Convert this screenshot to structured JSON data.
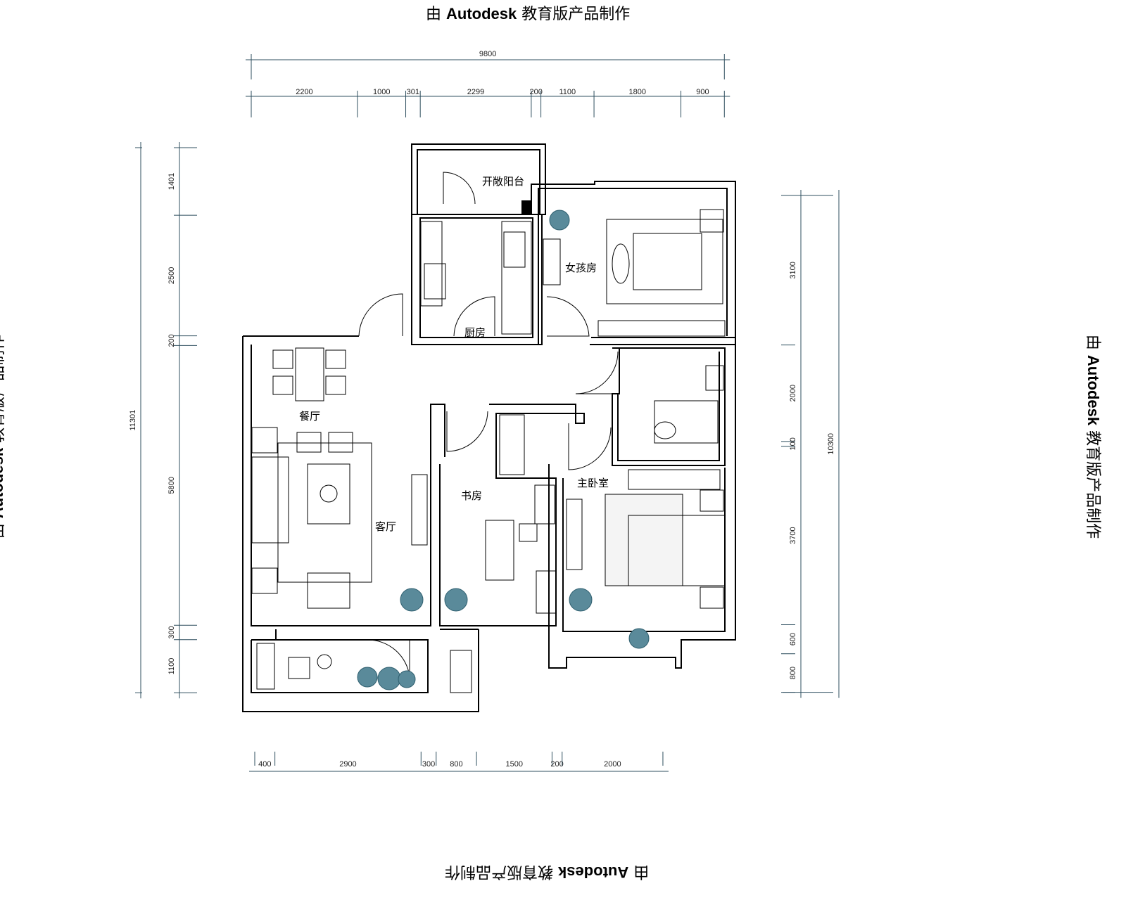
{
  "watermark": {
    "prefix": "由",
    "brand": "Autodesk",
    "suffix": "教育版产品制作"
  },
  "rooms": {
    "open_balcony": "开敞阳台",
    "girl_room": "女孩房",
    "kitchen": "厨房",
    "dining": "餐厅",
    "living": "客厅",
    "study": "书房",
    "master_bedroom": "主卧室"
  },
  "dimensions": {
    "top_total": [
      "9800"
    ],
    "top": [
      "2200",
      "1000",
      "301",
      "2299",
      "200",
      "1100",
      "1800",
      "900"
    ],
    "left_total": [
      "11301"
    ],
    "left": [
      "1401",
      "2500",
      "200",
      "5800",
      "300",
      "1100"
    ],
    "right_total": [
      "10300"
    ],
    "right": [
      "3100",
      "2000",
      "100",
      "3700",
      "600",
      "800"
    ],
    "bottom": [
      "400",
      "2900",
      "300",
      "800",
      "1500",
      "200",
      "2000"
    ]
  },
  "colors": {
    "line": "#2f4f5f",
    "plant": "#5a8a9a"
  }
}
